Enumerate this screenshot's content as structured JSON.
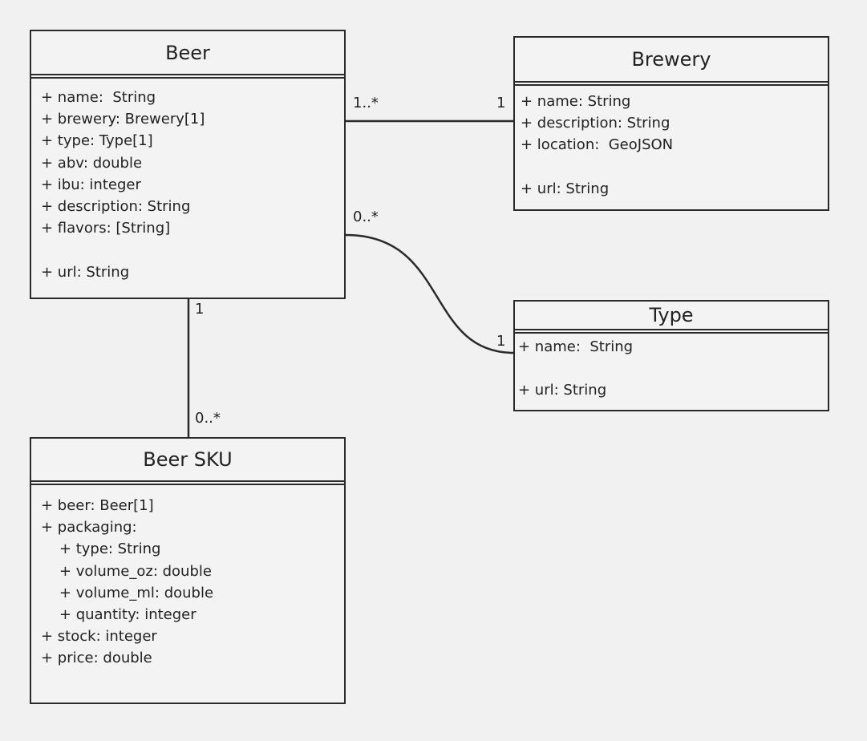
{
  "classes": {
    "beer": {
      "name": "Beer",
      "attributes": [
        "+ name:  String",
        "+ brewery: Brewery[1]",
        "+ type: Type[1]",
        "+ abv: double",
        "+ ibu: integer",
        "+ description: String",
        "+ flavors: [String]",
        "",
        "+ url: String"
      ]
    },
    "brewery": {
      "name": "Brewery",
      "attributes": [
        "+ name: String",
        "+ description: String",
        "+ location:  GeoJSON",
        "",
        "+ url: String"
      ]
    },
    "type": {
      "name": "Type",
      "attributes": [
        "+ name:  String",
        "",
        "+ url: String"
      ]
    },
    "beer_sku": {
      "name": "Beer SKU",
      "attributes": [
        "+ beer: Beer[1]",
        "+ packaging:",
        "    + type: String",
        "    + volume_oz: double",
        "    + volume_ml: double",
        "    + quantity: integer",
        "+ stock: integer",
        "+ price: double"
      ]
    }
  },
  "associations": {
    "beer_brewery": {
      "beer_end": "1..*",
      "brewery_end": "1"
    },
    "beer_type": {
      "beer_end": "0..*",
      "type_end": "1"
    },
    "beer_sku": {
      "beer_end": "1",
      "sku_end": "0..*"
    }
  }
}
